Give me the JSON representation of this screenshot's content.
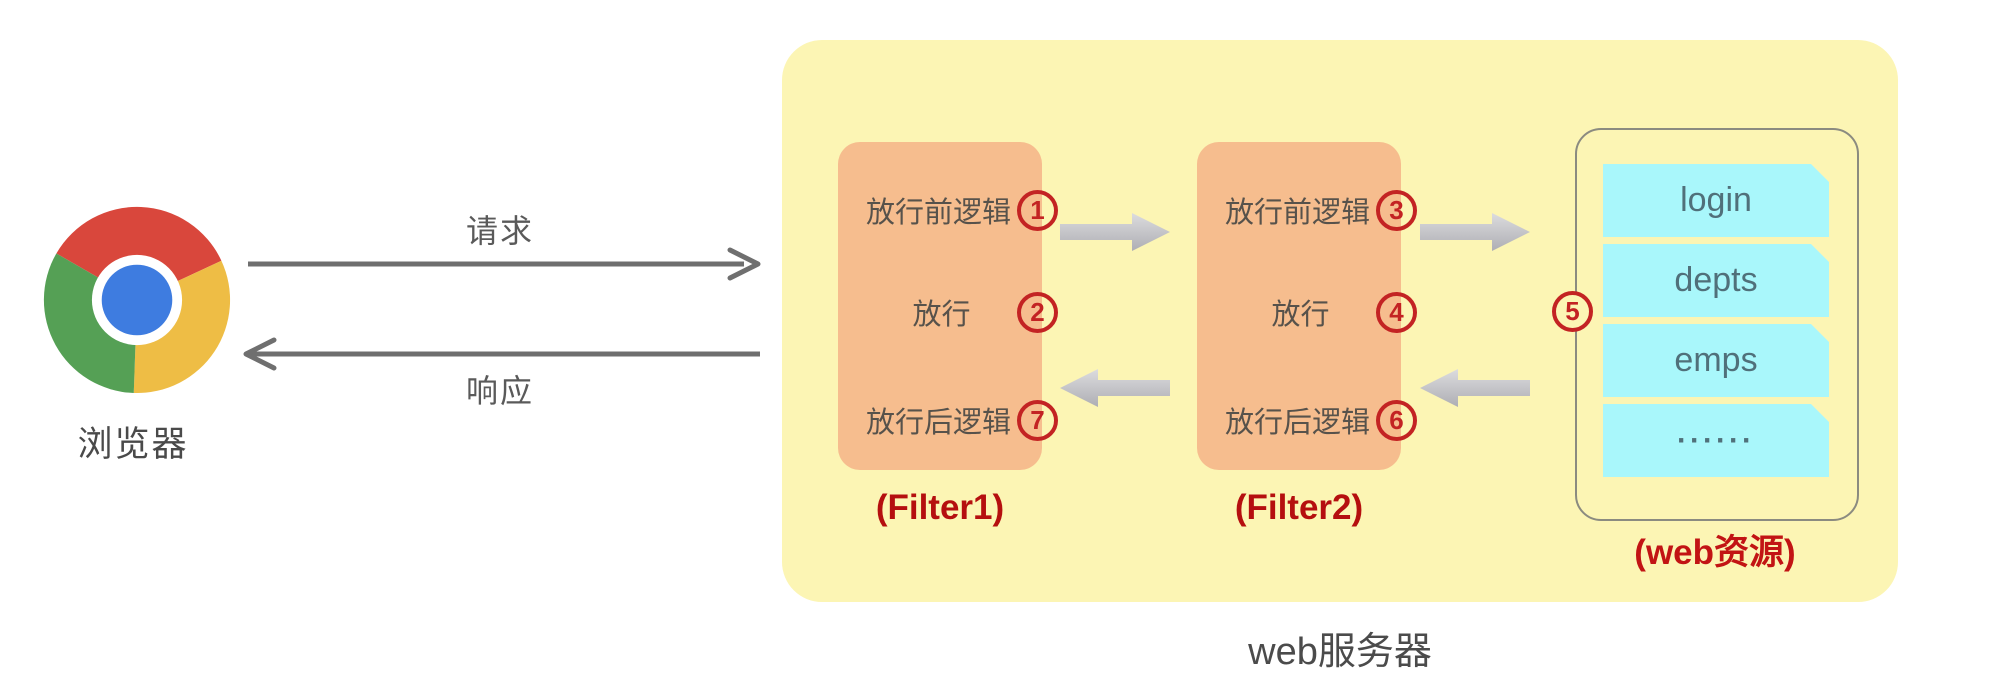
{
  "diagram": {
    "browser": {
      "label": "浏览器"
    },
    "request": {
      "label": "请求"
    },
    "response": {
      "label": "响应"
    },
    "server": {
      "label": "web服务器",
      "filters": [
        {
          "name": "(Filter1)",
          "pre": {
            "text": "放行前逻辑",
            "num": "1"
          },
          "pass": {
            "text": "放行",
            "num": "2"
          },
          "post": {
            "text": "放行后逻辑",
            "num": "7"
          }
        },
        {
          "name": "(Filter2)",
          "pre": {
            "text": "放行前逻辑",
            "num": "3"
          },
          "pass": {
            "text": "放行",
            "num": "4"
          },
          "post": {
            "text": "放行后逻辑",
            "num": "6"
          }
        }
      ],
      "resources": {
        "name": "(web资源)",
        "access_num": "5",
        "items": [
          "login",
          "depts",
          "emps",
          "······"
        ]
      }
    },
    "colors": {
      "server_bg": "#FCF5B4",
      "filter_bg": "#F6BD8E",
      "resource_item_bg": "#A9F7FB",
      "circle_red": "#C32323",
      "label_red": "#B50F0F",
      "text_dark": "#57524B",
      "line_gray": "#6F6F6F",
      "block_arrow_gray": "#C9C9CD"
    }
  }
}
